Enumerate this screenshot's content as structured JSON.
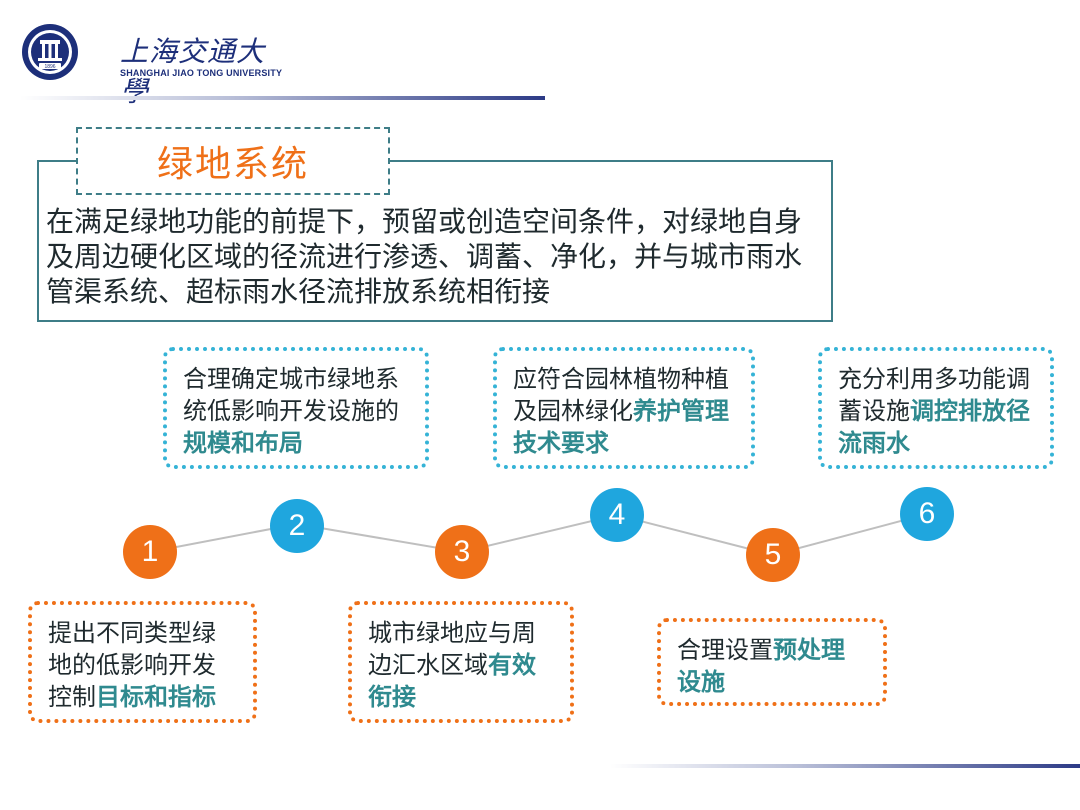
{
  "header": {
    "logo_cn": "上海交通大學",
    "logo_en": "SHANGHAI JIAO TONG UNIVERSITY",
    "seal_year": "1896"
  },
  "title": "绿地系统",
  "description": "在满足绿地功能的前提下，预留或创造空间条件，对绿地自身及周边硬化区域的径流进行渗透、调蓄、净化，并与城市雨水管渠系统、超标雨水径流排放系统相衔接",
  "steps": [
    {
      "number": "1",
      "text": "提出不同类型绿地的低影响开发控制",
      "highlight": "目标和指标"
    },
    {
      "number": "2",
      "text": "合理确定城市绿地系统低影响开发设施的",
      "highlight": "规模和布局"
    },
    {
      "number": "3",
      "text": "城市绿地应与周边汇水区域",
      "highlight": "有效衔接"
    },
    {
      "number": "4",
      "text": "应符合园林植物种植及园林绿化",
      "highlight": "养护管理技术要求"
    },
    {
      "number": "5",
      "text": "合理设置",
      "highlight": "预处理设施"
    },
    {
      "number": "6",
      "text": "充分利用多功能调蓄设施",
      "highlight": "调控排放径流雨水"
    }
  ],
  "colors": {
    "orange": "#ef7018",
    "blue": "#1fa6de",
    "teal": "#3e7d87",
    "highlight": "#2f8a8f",
    "navy": "#1d2f7a"
  }
}
